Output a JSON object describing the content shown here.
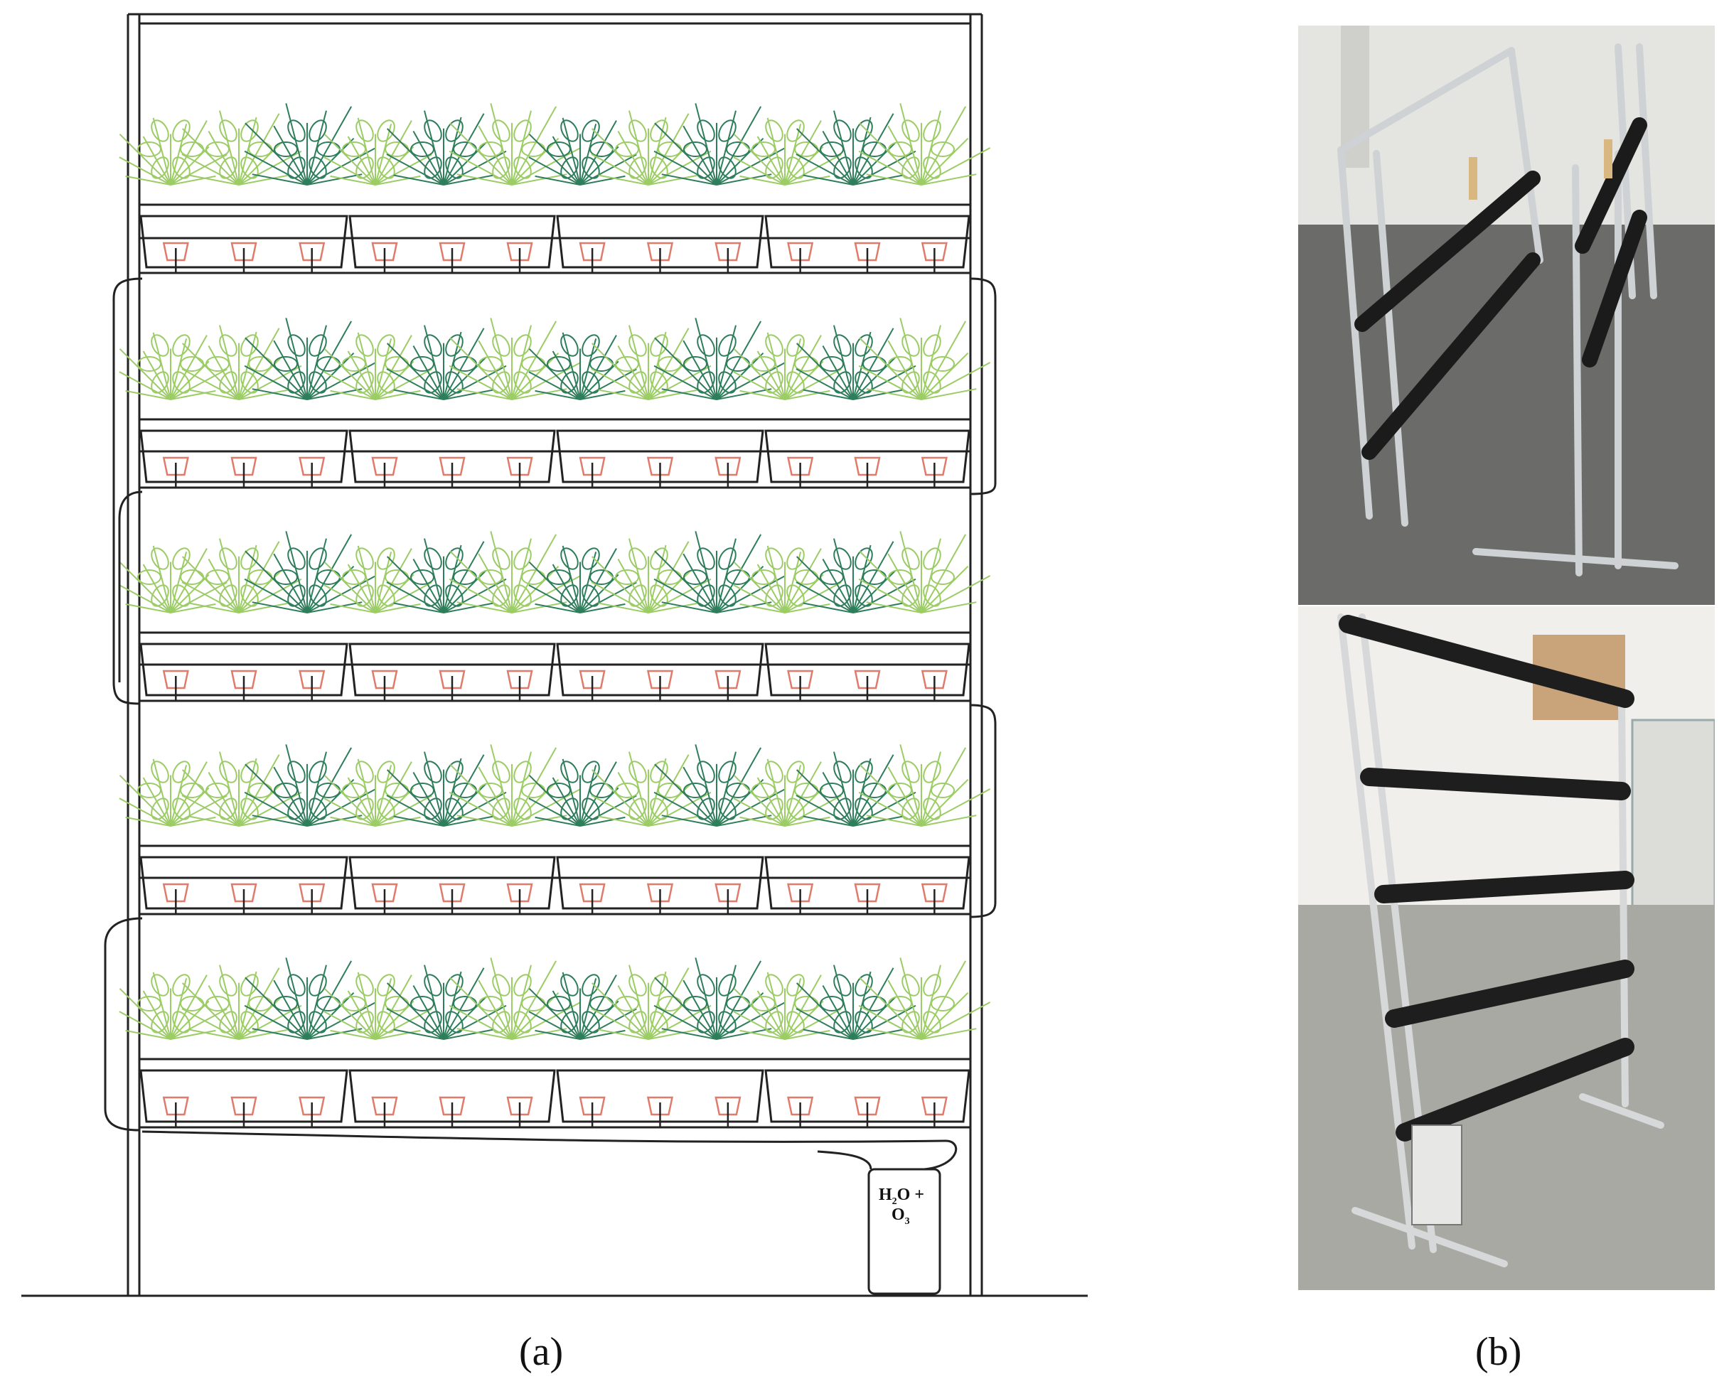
{
  "panels": {
    "a": {
      "caption": "(a)"
    },
    "b": {
      "caption": "(b)"
    }
  },
  "tank": {
    "label_line1": "H2O +",
    "label_line2": "O3",
    "h2o_main": "H",
    "h2o_sub": "2",
    "h2o_rest": "O +",
    "o3_main": "O",
    "o3_sub": "3"
  },
  "colors": {
    "frame": "#222222",
    "plant_light": "#9ccc65",
    "plant_dark": "#2e7d5b",
    "net_pot": "#e07a6a"
  }
}
